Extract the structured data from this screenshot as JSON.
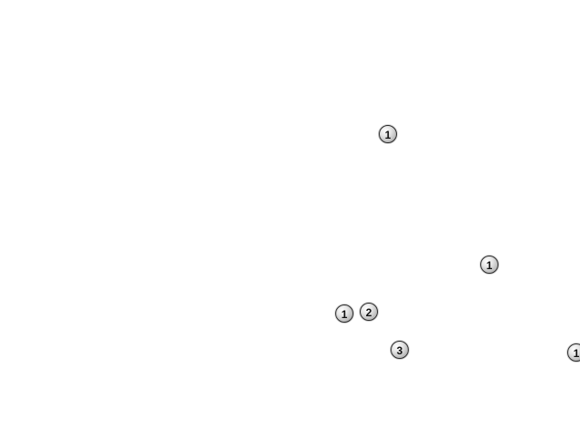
{
  "markers": [
    {
      "label": "1"
    },
    {
      "label": "1"
    },
    {
      "label": "1"
    },
    {
      "label": "2"
    },
    {
      "label": "3"
    },
    {
      "label": "1"
    }
  ],
  "colors": {
    "background": "#ffffff",
    "marker_fill": "#d6d6d6",
    "marker_border": "#2b2b2b",
    "marker_text": "#111111"
  }
}
